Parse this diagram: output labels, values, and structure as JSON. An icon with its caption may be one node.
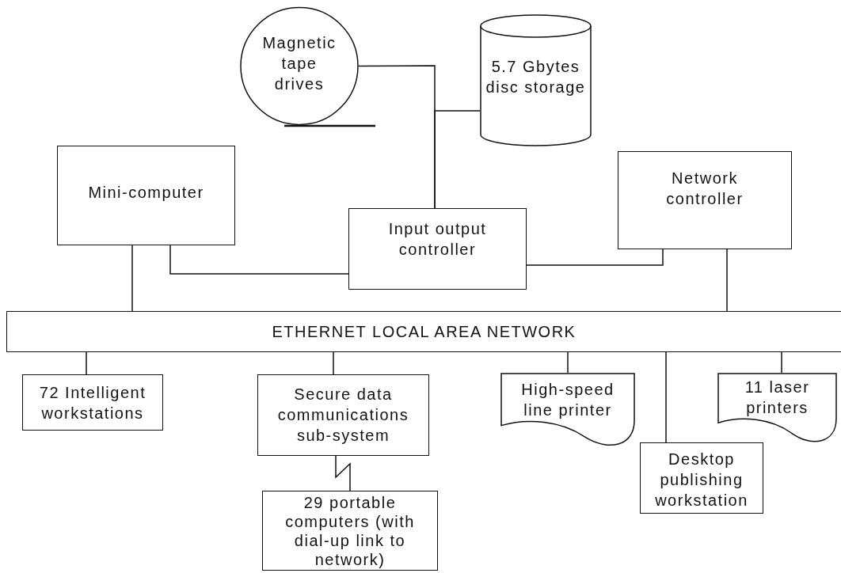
{
  "diagram": {
    "nodes": [
      {
        "text": [
          "Magnetic tape drives"
        ]
      },
      {
        "text": [
          "5.7 Gbytes disc storage"
        ]
      },
      {
        "text": [
          "Mini-computer"
        ]
      },
      {
        "text": [
          "Input output controller"
        ]
      },
      {
        "text": [
          "Network controller"
        ]
      },
      {
        "text": [
          "ETHERNET LOCAL AREA NETWORK"
        ]
      },
      {
        "text": [
          "72 Intelligent workstations"
        ]
      },
      {
        "text": [
          "Secure data communications sub-system"
        ]
      },
      {
        "text": [
          "High-speed line printer"
        ]
      },
      {
        "text": [
          "Desktop publishing workstation"
        ]
      },
      {
        "text": [
          "11 laser printers"
        ]
      },
      {
        "text": [
          "29 portable computers (with dial-up link to network)"
        ]
      }
    ],
    "edges": [
      {
        "from": 0,
        "to": 3,
        "arrow": "none"
      },
      {
        "from": 1,
        "to": 3,
        "arrow": "none"
      },
      {
        "from": 2,
        "to": 5,
        "arrow": "none"
      },
      {
        "from": 2,
        "to": 3,
        "arrow": "none"
      },
      {
        "from": 3,
        "to": 4,
        "arrow": "none"
      },
      {
        "from": 4,
        "to": 5,
        "arrow": "none"
      },
      {
        "from": 5,
        "to": 6,
        "arrow": "none"
      },
      {
        "from": 5,
        "to": 7,
        "arrow": "none"
      },
      {
        "from": 5,
        "to": 8,
        "arrow": "none"
      },
      {
        "from": 5,
        "to": 9,
        "arrow": "none"
      },
      {
        "from": 5,
        "to": 10,
        "arrow": "none"
      },
      {
        "from": 7,
        "to": 11,
        "arrow": "none"
      }
    ]
  }
}
